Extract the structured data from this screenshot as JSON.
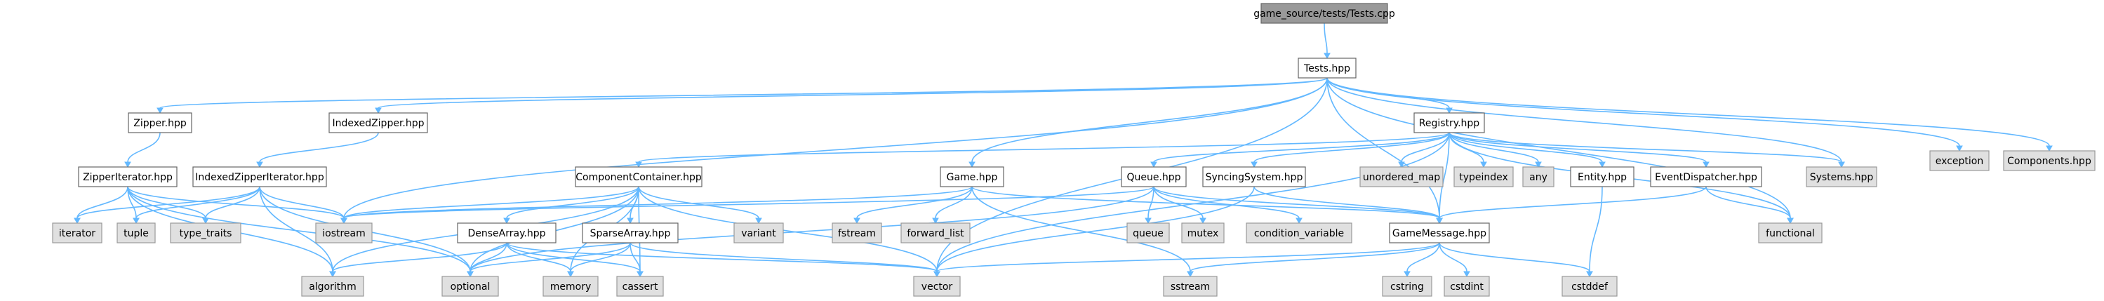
{
  "diagram": {
    "nodes": [
      {
        "id": "root",
        "label": "game_source/tests/Tests.cpp",
        "kind": "root"
      },
      {
        "id": "tests_hpp",
        "label": "Tests.hpp",
        "kind": "local"
      },
      {
        "id": "zipper",
        "label": "Zipper.hpp",
        "kind": "local"
      },
      {
        "id": "indexed_zipper",
        "label": "IndexedZipper.hpp",
        "kind": "local"
      },
      {
        "id": "registry",
        "label": "Registry.hpp",
        "kind": "local"
      },
      {
        "id": "exception",
        "label": "exception",
        "kind": "system"
      },
      {
        "id": "components",
        "label": "Components.hpp",
        "kind": "system"
      },
      {
        "id": "zipper_iterator",
        "label": "ZipperIterator.hpp",
        "kind": "local"
      },
      {
        "id": "indexed_zipper_iterator",
        "label": "IndexedZipperIterator.hpp",
        "kind": "local"
      },
      {
        "id": "component_container",
        "label": "ComponentContainer.hpp",
        "kind": "local"
      },
      {
        "id": "game_hpp",
        "label": "Game.hpp",
        "kind": "local"
      },
      {
        "id": "queue_hpp",
        "label": "Queue.hpp",
        "kind": "local"
      },
      {
        "id": "syncing_system",
        "label": "SyncingSystem.hpp",
        "kind": "local"
      },
      {
        "id": "unordered_map",
        "label": "unordered_map",
        "kind": "system"
      },
      {
        "id": "typeindex",
        "label": "typeindex",
        "kind": "system"
      },
      {
        "id": "any",
        "label": "any",
        "kind": "system"
      },
      {
        "id": "entity",
        "label": "Entity.hpp",
        "kind": "local"
      },
      {
        "id": "event_dispatcher",
        "label": "EventDispatcher.hpp",
        "kind": "local"
      },
      {
        "id": "systems",
        "label": "Systems.hpp",
        "kind": "system"
      },
      {
        "id": "iterator",
        "label": "iterator",
        "kind": "system"
      },
      {
        "id": "tuple",
        "label": "tuple",
        "kind": "system"
      },
      {
        "id": "type_traits",
        "label": "type_traits",
        "kind": "system"
      },
      {
        "id": "iostream",
        "label": "iostream",
        "kind": "system"
      },
      {
        "id": "variant",
        "label": "variant",
        "kind": "system"
      },
      {
        "id": "fstream",
        "label": "fstream",
        "kind": "system"
      },
      {
        "id": "forward_list",
        "label": "forward_list",
        "kind": "system"
      },
      {
        "id": "queue",
        "label": "queue",
        "kind": "system"
      },
      {
        "id": "mutex",
        "label": "mutex",
        "kind": "system"
      },
      {
        "id": "condition_variable",
        "label": "condition_variable",
        "kind": "system"
      },
      {
        "id": "functional",
        "label": "functional",
        "kind": "system"
      },
      {
        "id": "dense_array",
        "label": "DenseArray.hpp",
        "kind": "local"
      },
      {
        "id": "sparse_array",
        "label": "SparseArray.hpp",
        "kind": "local"
      },
      {
        "id": "game_message",
        "label": "GameMessage.hpp",
        "kind": "local"
      },
      {
        "id": "algorithm",
        "label": "algorithm",
        "kind": "system"
      },
      {
        "id": "optional",
        "label": "optional",
        "kind": "system"
      },
      {
        "id": "memory",
        "label": "memory",
        "kind": "system"
      },
      {
        "id": "cassert",
        "label": "cassert",
        "kind": "system"
      },
      {
        "id": "vector",
        "label": "vector",
        "kind": "system"
      },
      {
        "id": "sstream",
        "label": "sstream",
        "kind": "system"
      },
      {
        "id": "cstring",
        "label": "cstring",
        "kind": "system"
      },
      {
        "id": "cstdint",
        "label": "cstdint",
        "kind": "system"
      },
      {
        "id": "cstddef",
        "label": "cstddef",
        "kind": "system"
      }
    ],
    "edges": [
      [
        "root",
        "tests_hpp"
      ],
      [
        "tests_hpp",
        "zipper"
      ],
      [
        "tests_hpp",
        "indexed_zipper"
      ],
      [
        "tests_hpp",
        "registry"
      ],
      [
        "tests_hpp",
        "exception"
      ],
      [
        "tests_hpp",
        "components"
      ],
      [
        "tests_hpp",
        "iostream"
      ],
      [
        "tests_hpp",
        "game_hpp"
      ],
      [
        "tests_hpp",
        "vector"
      ],
      [
        "tests_hpp",
        "game_message"
      ],
      [
        "tests_hpp",
        "systems"
      ],
      [
        "tests_hpp",
        "functional"
      ],
      [
        "zipper",
        "zipper_iterator"
      ],
      [
        "zipper_iterator",
        "iterator"
      ],
      [
        "zipper_iterator",
        "tuple"
      ],
      [
        "zipper_iterator",
        "type_traits"
      ],
      [
        "zipper_iterator",
        "iostream"
      ],
      [
        "zipper_iterator",
        "algorithm"
      ],
      [
        "zipper_iterator",
        "optional"
      ],
      [
        "indexed_zipper",
        "indexed_zipper_iterator"
      ],
      [
        "indexed_zipper_iterator",
        "iterator"
      ],
      [
        "indexed_zipper_iterator",
        "tuple"
      ],
      [
        "indexed_zipper_iterator",
        "type_traits"
      ],
      [
        "indexed_zipper_iterator",
        "iostream"
      ],
      [
        "indexed_zipper_iterator",
        "algorithm"
      ],
      [
        "indexed_zipper_iterator",
        "optional"
      ],
      [
        "registry",
        "component_container"
      ],
      [
        "registry",
        "queue_hpp"
      ],
      [
        "registry",
        "syncing_system"
      ],
      [
        "registry",
        "unordered_map"
      ],
      [
        "registry",
        "typeindex"
      ],
      [
        "registry",
        "any"
      ],
      [
        "registry",
        "entity"
      ],
      [
        "registry",
        "event_dispatcher"
      ],
      [
        "registry",
        "systems"
      ],
      [
        "registry",
        "functional"
      ],
      [
        "registry",
        "vector"
      ],
      [
        "registry",
        "game_message"
      ],
      [
        "component_container",
        "dense_array"
      ],
      [
        "component_container",
        "sparse_array"
      ],
      [
        "component_container",
        "variant"
      ],
      [
        "component_container",
        "iostream"
      ],
      [
        "component_container",
        "optional"
      ],
      [
        "component_container",
        "memory"
      ],
      [
        "component_container",
        "cassert"
      ],
      [
        "component_container",
        "vector"
      ],
      [
        "component_container",
        "algorithm"
      ],
      [
        "game_hpp",
        "iostream"
      ],
      [
        "game_hpp",
        "fstream"
      ],
      [
        "game_hpp",
        "forward_list"
      ],
      [
        "game_hpp",
        "sstream"
      ],
      [
        "game_hpp",
        "game_message"
      ],
      [
        "queue_hpp",
        "queue"
      ],
      [
        "queue_hpp",
        "mutex"
      ],
      [
        "queue_hpp",
        "condition_variable"
      ],
      [
        "queue_hpp",
        "game_message"
      ],
      [
        "queue_hpp",
        "iostream"
      ],
      [
        "queue_hpp",
        "optional"
      ],
      [
        "syncing_system",
        "game_message"
      ],
      [
        "syncing_system",
        "vector"
      ],
      [
        "entity",
        "cstddef"
      ],
      [
        "event_dispatcher",
        "game_message"
      ],
      [
        "event_dispatcher",
        "functional"
      ],
      [
        "dense_array",
        "algorithm"
      ],
      [
        "dense_array",
        "optional"
      ],
      [
        "dense_array",
        "memory"
      ],
      [
        "dense_array",
        "cassert"
      ],
      [
        "dense_array",
        "vector"
      ],
      [
        "sparse_array",
        "optional"
      ],
      [
        "sparse_array",
        "memory"
      ],
      [
        "sparse_array",
        "cassert"
      ],
      [
        "sparse_array",
        "vector"
      ],
      [
        "game_message",
        "vector"
      ],
      [
        "game_message",
        "sstream"
      ],
      [
        "game_message",
        "cstring"
      ],
      [
        "game_message",
        "cstdint"
      ],
      [
        "game_message",
        "cstddef"
      ]
    ]
  }
}
